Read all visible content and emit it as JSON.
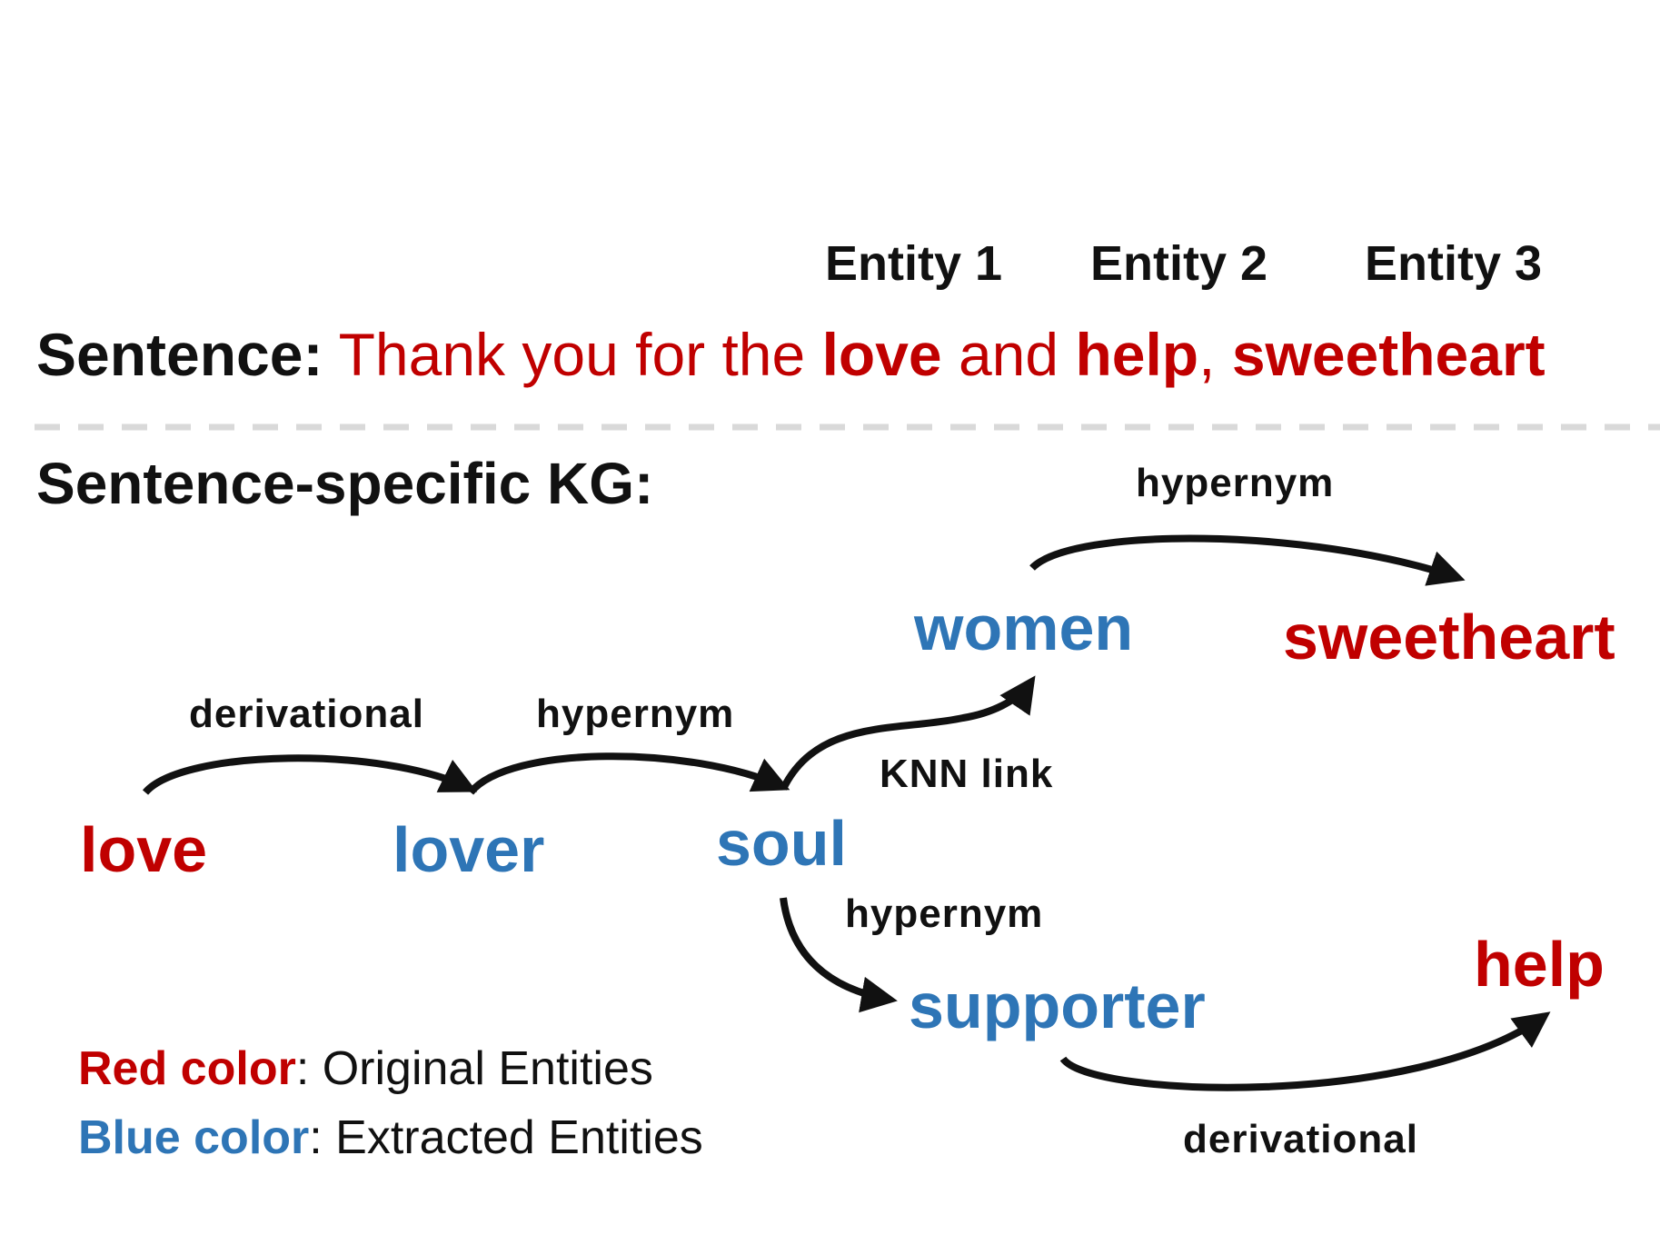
{
  "entity_headers": [
    "Entity 1",
    "Entity 2",
    "Entity 3"
  ],
  "sentence": {
    "label": "Sentence:",
    "parts": [
      {
        "text": "Thank you for the ",
        "entity": false
      },
      {
        "text": "love",
        "entity": true
      },
      {
        "text": " and ",
        "entity": false
      },
      {
        "text": "help",
        "entity": true
      },
      {
        "text": ", ",
        "entity": false
      },
      {
        "text": "sweetheart",
        "entity": true
      }
    ]
  },
  "kg_title": "Sentence-specific KG:",
  "nodes": {
    "love": "love",
    "lover": "lover",
    "soul": "soul",
    "women": "women",
    "sweetheart": "sweetheart",
    "supporter": "supporter",
    "help": "help"
  },
  "relations": {
    "love_lover": "derivational",
    "lover_soul": "hypernym",
    "soul_women": "KNN link",
    "women_sweetheart": "hypernym",
    "soul_supporter": "hypernym",
    "supporter_help": "derivational"
  },
  "legend": {
    "red_label": "Red color",
    "red_text": ": Original Entities",
    "blue_label": "Blue color",
    "blue_text": ": Extracted Entities"
  },
  "colors": {
    "original": "#c00000",
    "extracted": "#2e75b6",
    "edge": "#111111",
    "divider": "#d9d9d9"
  }
}
